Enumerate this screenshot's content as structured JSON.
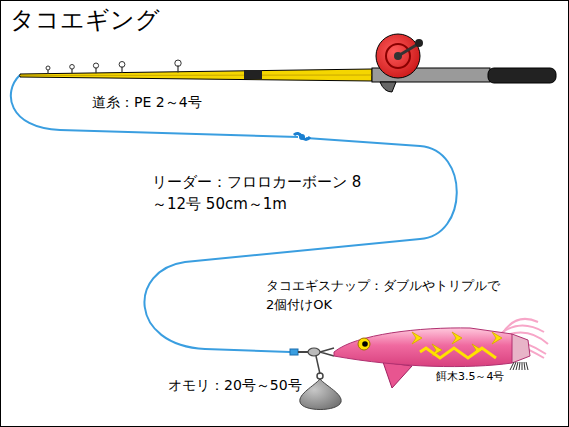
{
  "diagram": {
    "title": "タコエギング",
    "labels": [
      "道糸：PE 2～4号",
      "リーダー：フロロカーボーン 8～12号 50cm～1m",
      "タコエギスナップ：ダブルやトリプルで 2個付けOK",
      "オモリ：20号～50号",
      "餌木3.5～4号"
    ]
  }
}
